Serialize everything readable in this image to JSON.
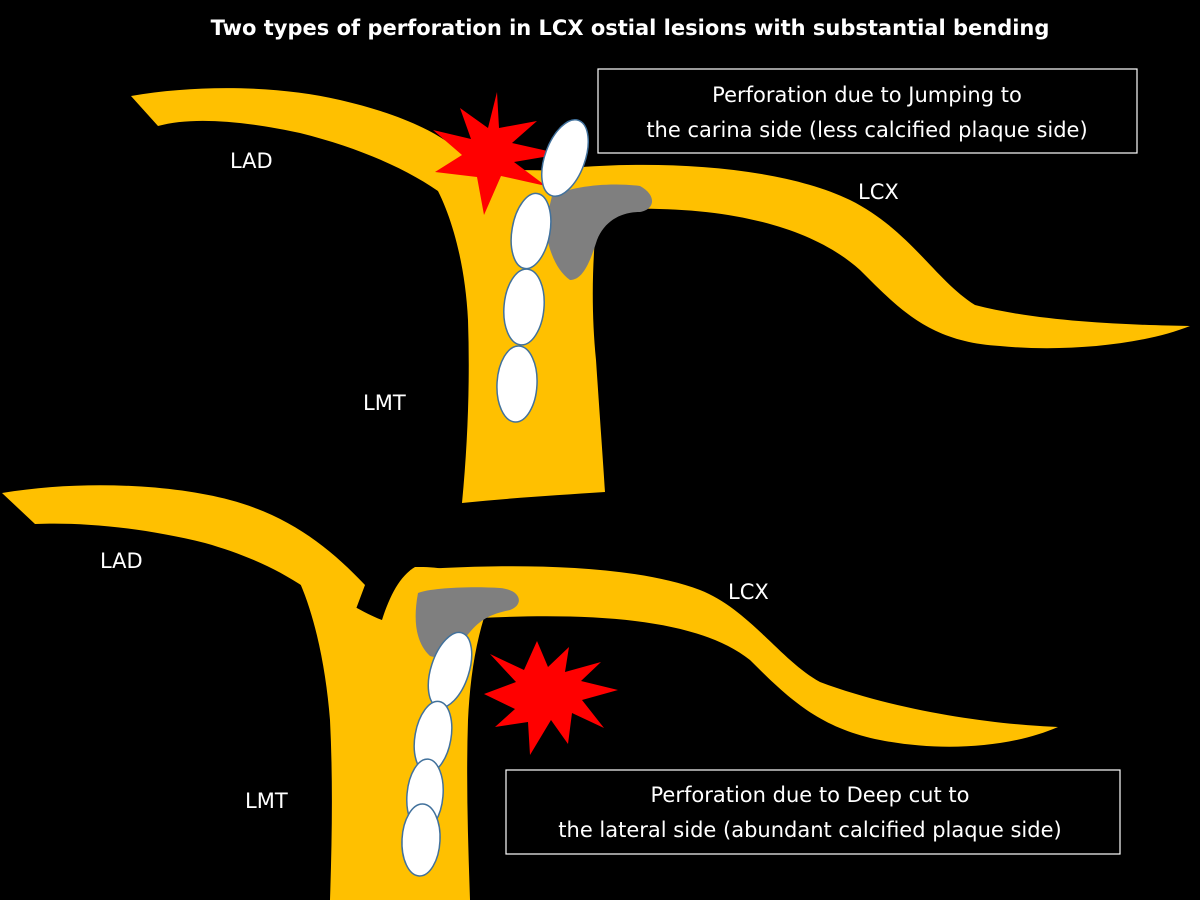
{
  "title": "Two types of perforation in LCX ostial lesions with substantial bending",
  "colors": {
    "background": "#000000",
    "vessel": "#FFC000",
    "plaque": "#7F7F7F",
    "perforation": "#FF0000",
    "burr": "#FFFFFF",
    "burr_outline": "#41719C",
    "text": "#FFFFFF"
  },
  "panels": [
    {
      "id": "top",
      "labels": {
        "lad": "LAD",
        "lcx": "LCX",
        "lmt": "LMT"
      },
      "callout": {
        "line1": "Perforation due to Jumping to",
        "line2": "the carina side (less calcified plaque side)"
      }
    },
    {
      "id": "bottom",
      "labels": {
        "lad": "LAD",
        "lcx": "LCX",
        "lmt": "LMT"
      },
      "callout": {
        "line1": "Perforation due to Deep cut to",
        "line2": "the lateral side (abundant calcified plaque side)"
      }
    }
  ],
  "icons": {
    "perforation": "starburst-icon",
    "burr": "ellipse-burr"
  }
}
